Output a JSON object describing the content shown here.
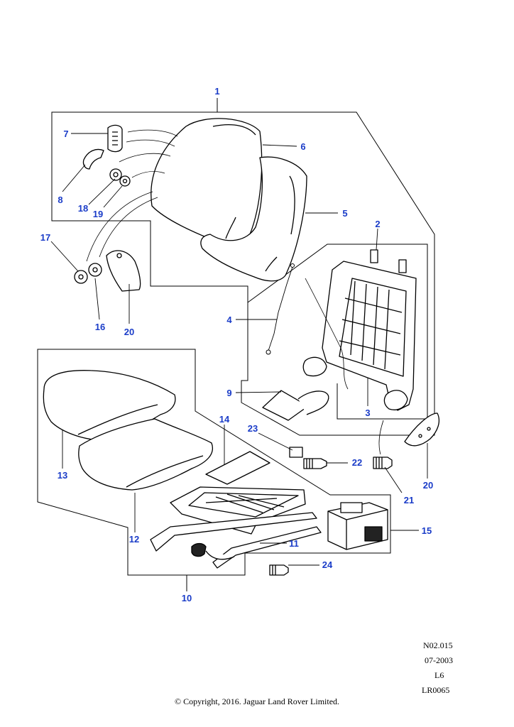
{
  "callouts": {
    "c1": "1",
    "c2": "2",
    "c3": "3",
    "c4": "4",
    "c5": "5",
    "c6": "6",
    "c7": "7",
    "c8": "8",
    "c9": "9",
    "c10": "10",
    "c11": "11",
    "c12": "12",
    "c13": "13",
    "c14": "14",
    "c15": "15",
    "c16": "16",
    "c17": "17",
    "c18": "18",
    "c19": "19",
    "c20a": "20",
    "c20b": "20",
    "c21": "21",
    "c22": "22",
    "c23": "23",
    "c24": "24"
  },
  "reference": {
    "code": "N02.015",
    "date": "07-2003",
    "variant": "L6",
    "drawing": "LR0065"
  },
  "copyright": "© Copyright, 2016. Jaguar Land Rover Limited.",
  "colors": {
    "callout": "#1a3cc8",
    "line": "#000000"
  }
}
